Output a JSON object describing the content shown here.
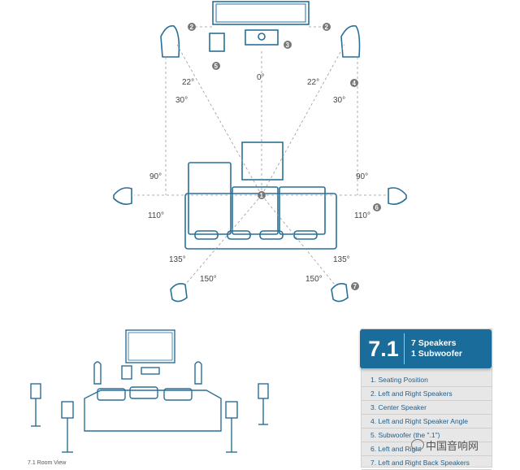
{
  "top_view": {
    "angles": {
      "a0": "0°",
      "a22_left": "22°",
      "a22_right": "22°",
      "a30_left": "30°",
      "a30_right": "30°",
      "a90_left": "90°",
      "a90_right": "90°",
      "a110_left": "110°",
      "a110_right": "110°",
      "a135_left": "135°",
      "a135_right": "135°",
      "a150_left": "150°",
      "a150_right": "150°"
    },
    "markers": {
      "m1": "1",
      "m2_left": "2",
      "m2_right": "2",
      "m3": "3",
      "m4": "4",
      "m5": "5",
      "m6": "6",
      "m7": "7"
    }
  },
  "legend_panel": {
    "title": "7.1",
    "subtitle_line1": "7 Speakers",
    "subtitle_line2": "1 Subwoofer",
    "items": [
      "1.  Seating Position",
      "2.  Left and Right Speakers",
      "3.  Center Speaker",
      "4.  Left and Right Speaker Angle",
      "5.  Subwoofer (the \".1\")",
      "6.  Left and Right",
      "7.  Left and Right Back Speakers"
    ]
  },
  "room_view_caption": "7.1 Room View",
  "watermark": "中国音响网",
  "colors": {
    "outline": "#2a6f97",
    "marker": "#777777",
    "dash": "#999999",
    "panel_head": "#1a6d9a"
  }
}
